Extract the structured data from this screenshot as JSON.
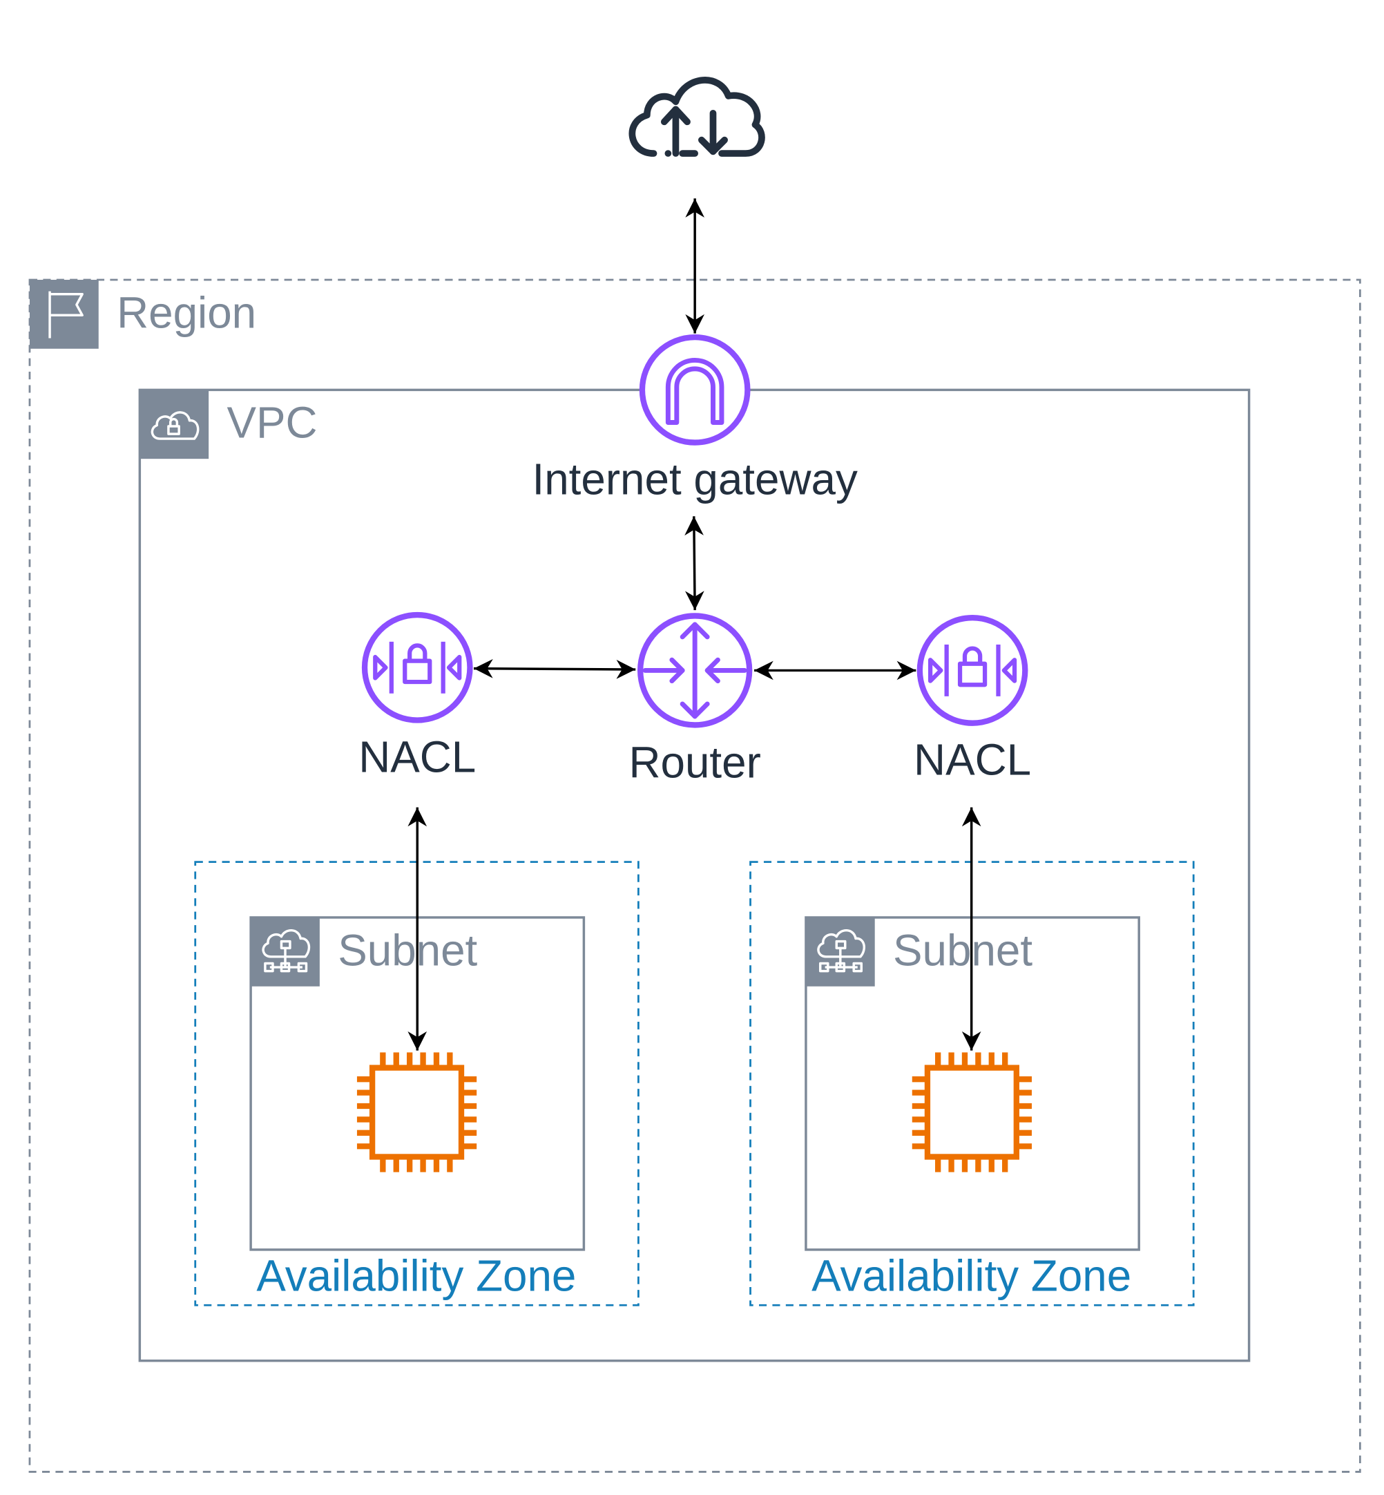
{
  "groups": {
    "region": {
      "label": "Region"
    },
    "vpc": {
      "label": "VPC"
    },
    "subnet_left": {
      "label": "Subnet"
    },
    "subnet_right": {
      "label": "Subnet"
    },
    "az_left": {
      "label": "Availability Zone"
    },
    "az_right": {
      "label": "Availability Zone"
    }
  },
  "nodes": {
    "internet": {
      "icon": "internet-cloud-icon"
    },
    "gateway": {
      "label": "Internet gateway",
      "icon": "internet-gateway-icon"
    },
    "router": {
      "label": "Router",
      "icon": "router-icon"
    },
    "nacl_left": {
      "label": "NACL",
      "icon": "network-acl-icon"
    },
    "nacl_right": {
      "label": "NACL",
      "icon": "network-acl-icon"
    },
    "ec2_left": {
      "icon": "ec2-instance-chip-icon"
    },
    "ec2_right": {
      "icon": "ec2-instance-chip-icon"
    }
  },
  "colors": {
    "networking": "#8c4fff",
    "compute": "#ed7100",
    "group_gray": "#7d8998",
    "availability_zone": "#147eba",
    "ink": "#232f3e"
  }
}
